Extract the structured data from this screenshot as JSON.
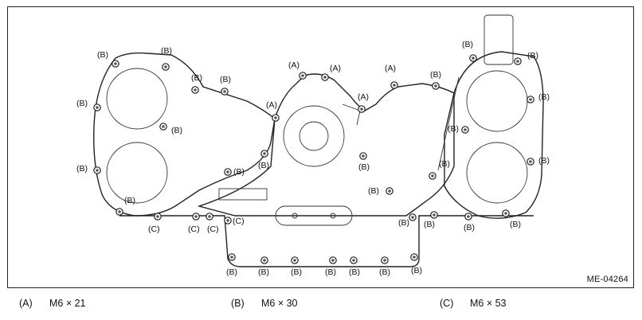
{
  "figure_id": "ME-04264",
  "bolt_label": {
    "A": "(A)",
    "B": "(B)",
    "C": "(C)"
  },
  "legend": [
    {
      "key": "(A)",
      "spec": "M6 × 21"
    },
    {
      "key": "(B)",
      "spec": "M6 × 30"
    },
    {
      "key": "(C)",
      "spec": "M6 × 53"
    }
  ]
}
